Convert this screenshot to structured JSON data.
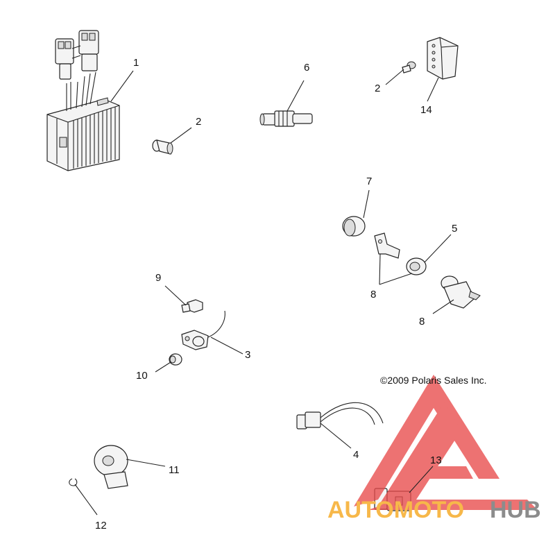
{
  "diagram": {
    "callouts": [
      {
        "id": "c1",
        "label": "1"
      },
      {
        "id": "c2a",
        "label": "2"
      },
      {
        "id": "c2b",
        "label": "2"
      },
      {
        "id": "c3",
        "label": "3"
      },
      {
        "id": "c4",
        "label": "4"
      },
      {
        "id": "c5",
        "label": "5"
      },
      {
        "id": "c6",
        "label": "6"
      },
      {
        "id": "c7",
        "label": "7"
      },
      {
        "id": "c8a",
        "label": "8"
      },
      {
        "id": "c8b",
        "label": "8"
      },
      {
        "id": "c9",
        "label": "9"
      },
      {
        "id": "c10",
        "label": "10"
      },
      {
        "id": "c11",
        "label": "11"
      },
      {
        "id": "c12",
        "label": "12"
      },
      {
        "id": "c13",
        "label": "13"
      },
      {
        "id": "c14",
        "label": "14"
      }
    ],
    "copyright": "©2009 Polaris Sales Inc."
  },
  "watermark": {
    "text_a": "AUTOMOTO",
    "text_b": "HUB",
    "colors": {
      "logo": "#e84b4b",
      "text_a": "#f7b84a",
      "text_b": "#8c8c8c"
    }
  }
}
